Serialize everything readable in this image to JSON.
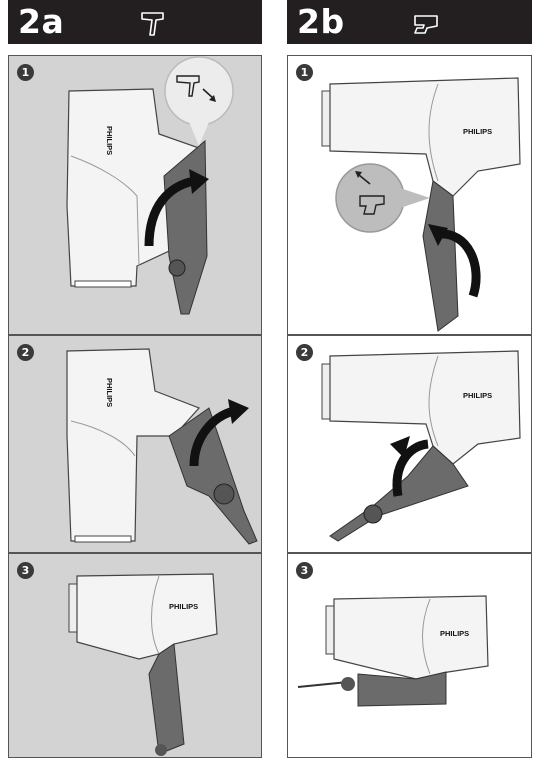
{
  "columns": [
    {
      "title": "2a",
      "header_icon": "vertical-stand-icon",
      "steps": [
        {
          "number": "1",
          "brand": "PHILIPS",
          "callout_icon": "rotate-down-arrow-icon"
        },
        {
          "number": "2",
          "brand": "PHILIPS"
        },
        {
          "number": "3",
          "brand": "PHILIPS"
        }
      ]
    },
    {
      "title": "2b",
      "header_icon": "horizontal-stand-icon",
      "steps": [
        {
          "number": "1",
          "brand": "PHILIPS",
          "callout_icon": "rotate-up-arrow-icon"
        },
        {
          "number": "2",
          "brand": "PHILIPS"
        },
        {
          "number": "3",
          "brand": "PHILIPS"
        }
      ]
    }
  ],
  "colors": {
    "header": "#231f20",
    "panel_grey": "#d3d3d3",
    "dryer_body": "#f4f4f4",
    "handle": "#6b6b6b",
    "arrow": "#111111"
  }
}
